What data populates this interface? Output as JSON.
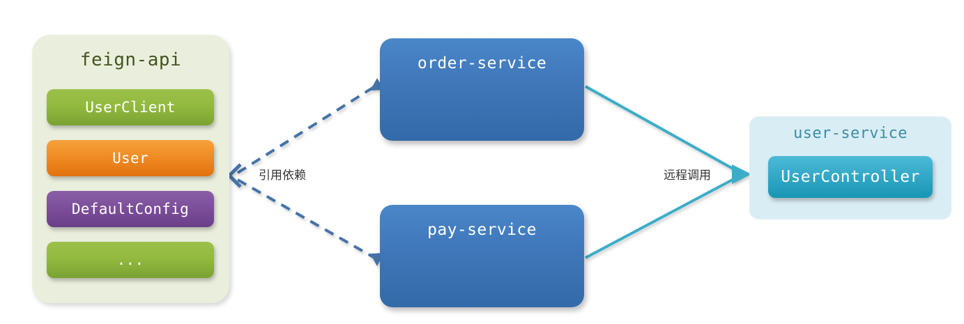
{
  "diagram": {
    "title": "feign-api shared dependency architecture",
    "background": "#ffffff"
  },
  "feign_panel": {
    "title": "feign-api",
    "background_color": "#eaefdd",
    "title_color": "#44551f",
    "items": [
      {
        "label": "UserClient",
        "color": "#93ba3f",
        "style": "green"
      },
      {
        "label": "User",
        "color": "#f08c26",
        "style": "orange"
      },
      {
        "label": "DefaultConfig",
        "color": "#7d4f9b",
        "style": "purple"
      },
      {
        "label": "...",
        "color": "#93ba3f",
        "style": "green"
      }
    ]
  },
  "services": [
    {
      "label": "order-service",
      "color": "#4078bb"
    },
    {
      "label": "pay-service",
      "color": "#4078bb"
    }
  ],
  "user_service": {
    "title": "user-service",
    "panel_color": "#d9edf4",
    "title_color": "#3d8ca8",
    "controller": {
      "label": "UserController",
      "color": "#35a9c8"
    }
  },
  "edges": [
    {
      "label": "引用依赖",
      "style": "dashed",
      "color": "#4573a7",
      "from": "feign-api",
      "to": "order-service / pay-service",
      "direction": "bidirectional"
    },
    {
      "label": "远程调用",
      "style": "solid",
      "color": "#3badc8",
      "from": "order-service / pay-service",
      "to": "user-service",
      "direction": "to-user-service"
    }
  ]
}
